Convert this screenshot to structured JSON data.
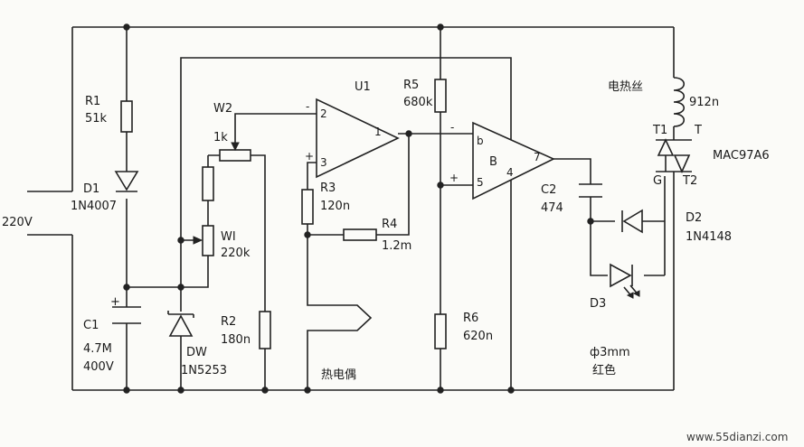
{
  "supply": {
    "voltage": "220V"
  },
  "components": {
    "r1": {
      "name": "R1",
      "value": "51k"
    },
    "d1": {
      "name": "D1",
      "value": "1N4007"
    },
    "c1": {
      "name": "C1",
      "value": "4.7M",
      "rating": "400V",
      "polarity": "+"
    },
    "dw": {
      "name": "DW",
      "value": "1N5253"
    },
    "w2": {
      "name": "W2",
      "value": "1k"
    },
    "w1": {
      "name": "WI",
      "value": "220k"
    },
    "r2": {
      "name": "R2",
      "value": "180n"
    },
    "u1": {
      "name": "U1",
      "pin_minus": "2",
      "pin_plus": "3",
      "pin_out": "1",
      "sign_minus": "-",
      "sign_plus": "+"
    },
    "r3": {
      "name": "R3",
      "value": "120n"
    },
    "r4": {
      "name": "R4",
      "value": "1.2m"
    },
    "r5": {
      "name": "R5",
      "value": "680k"
    },
    "r6": {
      "name": "R6",
      "value": "620n"
    },
    "ub": {
      "name": "B",
      "pin_b": "b",
      "pin_5": "5",
      "pin_4": "4",
      "pin_7": "7",
      "sign_minus": "-",
      "sign_plus": "+"
    },
    "c2": {
      "name": "C2",
      "value": "474"
    },
    "d2": {
      "name": "D2",
      "value": "1N4148"
    },
    "d3": {
      "name": "D3",
      "size": "ф3mm",
      "color": "红色"
    },
    "heater": {
      "name": "电热丝",
      "value": "912n"
    },
    "triac": {
      "name": "MAC97A6",
      "t1": "T1",
      "t2": "T2",
      "t": "T",
      "g": "G"
    },
    "thermocouple": {
      "name": "热电偶"
    }
  },
  "watermark": {
    "site": "www.55dianzi.com"
  }
}
